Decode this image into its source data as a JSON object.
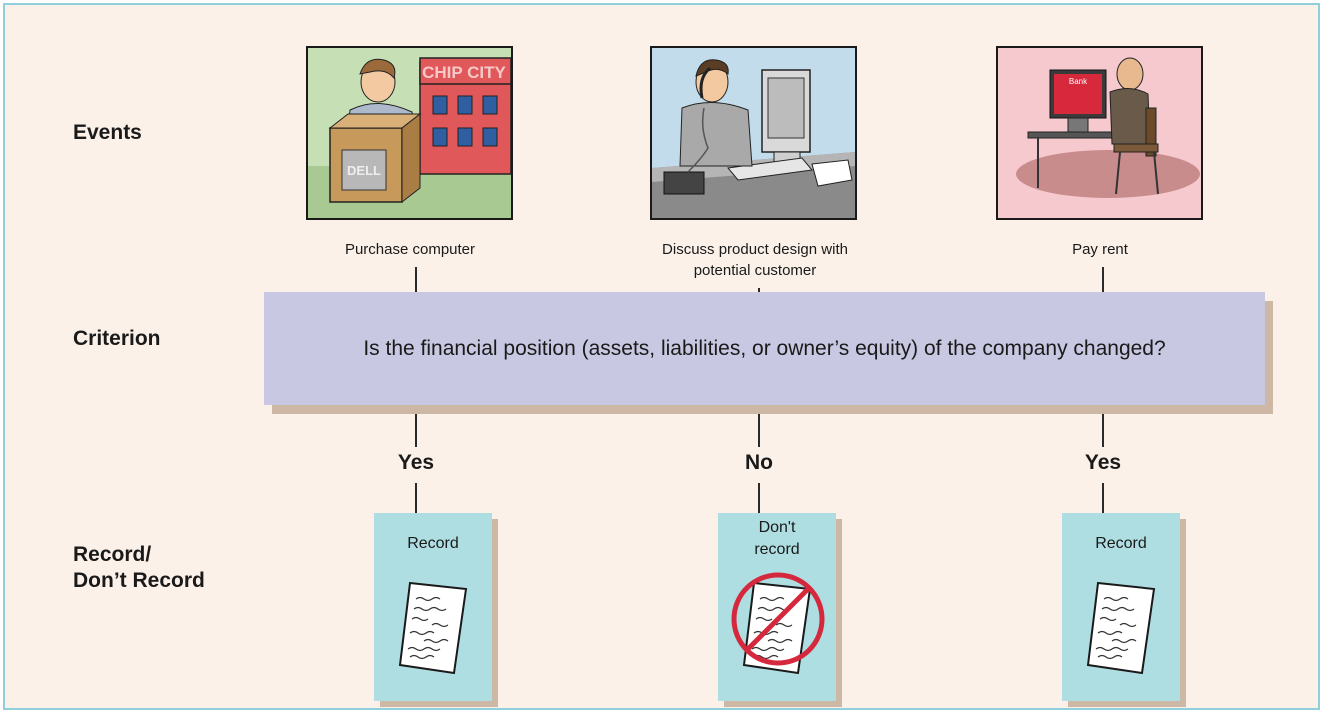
{
  "row_labels": {
    "events": "Events",
    "criterion": "Criterion",
    "record_line1": "Record/",
    "record_line2": "Don’t Record"
  },
  "events": [
    {
      "caption": "Purchase computer",
      "store_sign": "CHIP CITY",
      "box_brand": "DELL"
    },
    {
      "caption_line1": "Discuss product design with",
      "caption_line2": "potential customer"
    },
    {
      "caption": "Pay rent",
      "screen_text": "Bank"
    }
  ],
  "criterion": {
    "question": "Is the financial position (assets, liabilities, or owner’s equity) of the company changed?"
  },
  "answers": [
    "Yes",
    "No",
    "Yes"
  ],
  "outcomes": [
    {
      "line1": "Record",
      "line2": ""
    },
    {
      "line1": "Don't",
      "line2": "record"
    },
    {
      "line1": "Record",
      "line2": ""
    }
  ],
  "colors": {
    "background": "#fbf1e9",
    "frame_border": "#8fd0dc",
    "criterion_box": "#c8c8e2",
    "outcome_card": "#aedde2",
    "shadow": "#cdb8a6",
    "prohibited_sign": "#d6283d"
  }
}
